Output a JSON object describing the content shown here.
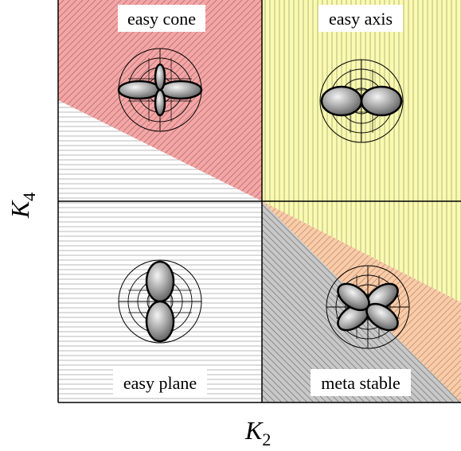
{
  "regions": {
    "easy_cone": {
      "label": "easy cone",
      "color": "#f4a6a6"
    },
    "easy_axis": {
      "label": "easy axis",
      "color": "#fafab0"
    },
    "easy_plane": {
      "label": "easy plane",
      "color": "#ffffff"
    },
    "meta_stable": {
      "label": "meta stable",
      "color": "#c8c8c8"
    },
    "metastable_band": {
      "color": "#f8cca8"
    }
  },
  "axes": {
    "x": {
      "symbol": "K",
      "subscript": "2"
    },
    "y": {
      "symbol": "K",
      "subscript": "4"
    }
  },
  "icons": [
    "easy-cone-polar-icon",
    "easy-axis-polar-icon",
    "easy-plane-polar-icon",
    "meta-stable-polar-icon"
  ]
}
